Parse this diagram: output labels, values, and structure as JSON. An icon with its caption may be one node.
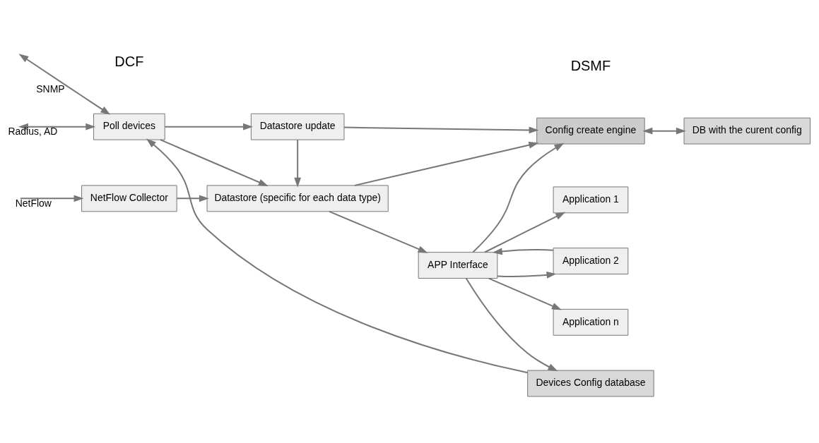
{
  "diagram": {
    "nodes": [
      {
        "text": [
          "NetFlow Collector"
        ]
      },
      {
        "text": [
          "Datastore (specific for each data type)"
        ]
      },
      {
        "text": [
          "Config create engine"
        ]
      },
      {
        "text": [
          "APP Interface"
        ]
      },
      {
        "text": [
          "Application 1"
        ]
      },
      {
        "text": [
          "Application 2"
        ]
      },
      {
        "text": [
          "Application n"
        ]
      },
      {
        "text": [
          "Poll devices"
        ]
      },
      {
        "text": [
          "Datastore update"
        ]
      },
      {
        "text": [
          "DB with the curent config"
        ]
      },
      {
        "text": [
          "Devices Config database"
        ]
      }
    ],
    "edges": [
      {
        "from": null,
        "to": 0,
        "arrow": "to",
        "label": "NetFlow"
      },
      {
        "from": 0,
        "to": 1,
        "arrow": "to"
      },
      {
        "from": 7,
        "to": 1,
        "arrow": "to"
      },
      {
        "from": 1,
        "to": 3,
        "arrow": "to"
      },
      {
        "from": 1,
        "to": 2,
        "arrow": "to"
      },
      {
        "from": 3,
        "to": 2,
        "arrow": "to"
      },
      {
        "from": 8,
        "to": 1,
        "arrow": "to"
      },
      {
        "from": 8,
        "to": 2,
        "arrow": "to"
      },
      {
        "from": 7,
        "to": 8,
        "arrow": "to"
      },
      {
        "from": 2,
        "to": 9,
        "arrow": "both"
      },
      {
        "from": 3,
        "to": 10,
        "arrow": "to"
      },
      {
        "from": 10,
        "to": 7,
        "arrow": "to"
      },
      {
        "from": 3,
        "to": 4,
        "arrow": "to"
      },
      {
        "from": 3,
        "to": 5,
        "arrow": "to"
      },
      {
        "from": 5,
        "to": 3,
        "arrow": "to"
      },
      {
        "from": 3,
        "to": 6,
        "arrow": "to"
      },
      {
        "from": null,
        "to": 7,
        "arrow": "both",
        "label": "SNMP"
      },
      {
        "from": null,
        "to": 7,
        "arrow": "both",
        "label": "Radius, AD"
      }
    ],
    "labels": [
      "DCF",
      "DSMF"
    ]
  }
}
